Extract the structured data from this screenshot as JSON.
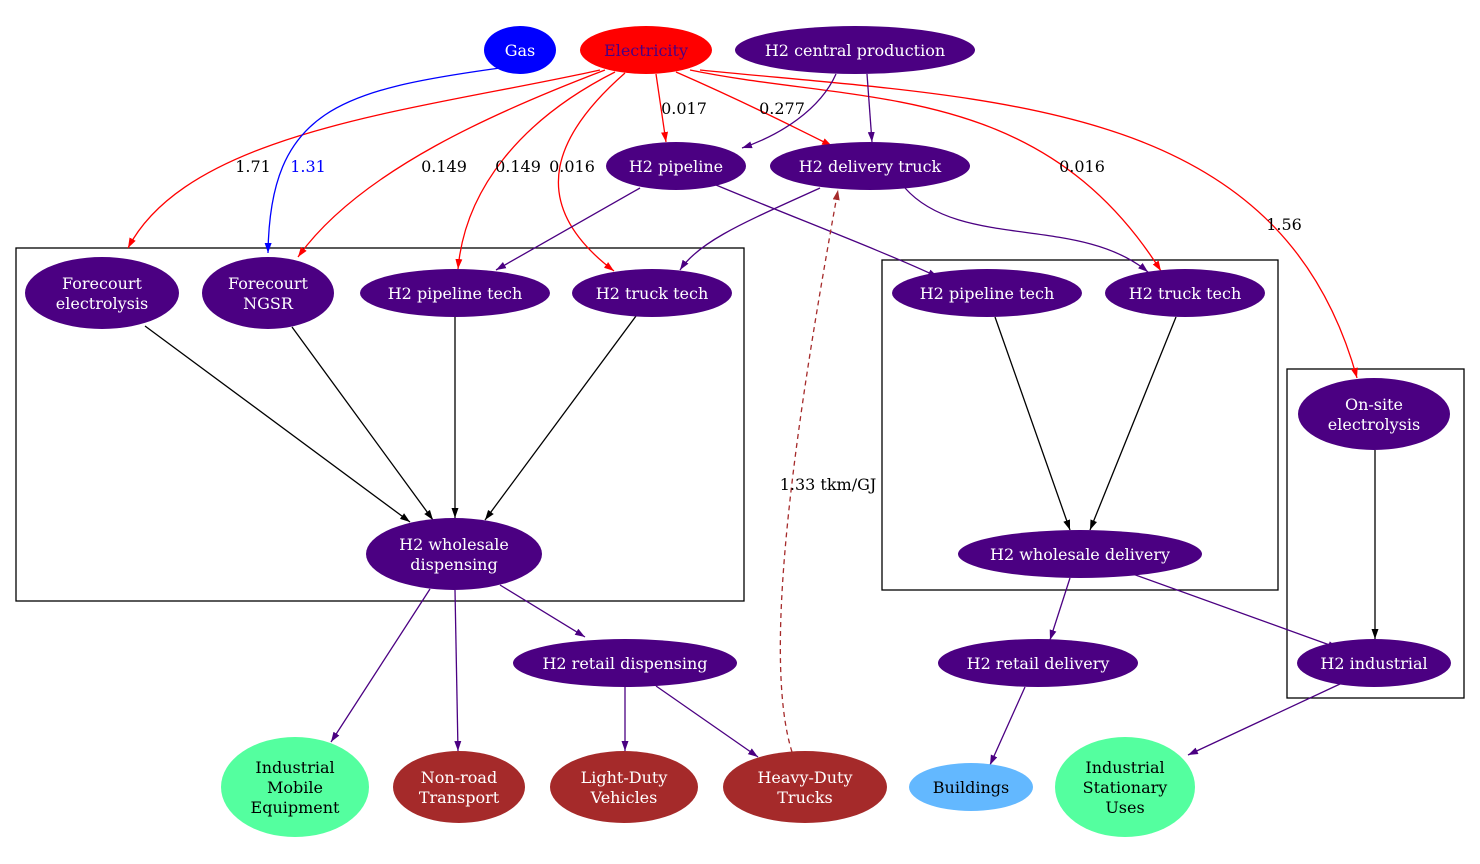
{
  "colors": {
    "gas": "#0000ff",
    "electricity": "#ff0000",
    "h2": "#4b0082",
    "black": "#000000",
    "green": "#54ff9f",
    "brick": "#a52a2a",
    "sky": "#63b8ff",
    "white": "#ffffff",
    "dashed": "#a52a2a"
  },
  "nodes": [
    {
      "id": "gas",
      "lines": [
        "Gas"
      ],
      "fill": "gas",
      "text": "white"
    },
    {
      "id": "electricity",
      "lines": [
        "Electricity"
      ],
      "fill": "electricity",
      "text": "h2"
    },
    {
      "id": "h2-central-production",
      "lines": [
        "H2 central production"
      ],
      "fill": "h2",
      "text": "white"
    },
    {
      "id": "h2-pipeline",
      "lines": [
        "H2 pipeline"
      ],
      "fill": "h2",
      "text": "white"
    },
    {
      "id": "h2-delivery-truck",
      "lines": [
        "H2 delivery truck"
      ],
      "fill": "h2",
      "text": "white"
    },
    {
      "id": "forecourt-electrolysis",
      "lines": [
        "Forecourt",
        "electrolysis"
      ],
      "fill": "h2",
      "text": "white"
    },
    {
      "id": "forecourt-ngsr",
      "lines": [
        "Forecourt",
        "NGSR"
      ],
      "fill": "h2",
      "text": "white"
    },
    {
      "id": "h2-pipeline-tech-1",
      "lines": [
        "H2 pipeline tech"
      ],
      "fill": "h2",
      "text": "white"
    },
    {
      "id": "h2-truck-tech-1",
      "lines": [
        "H2 truck tech"
      ],
      "fill": "h2",
      "text": "white"
    },
    {
      "id": "h2-wholesale-dispensing",
      "lines": [
        "H2 wholesale",
        "dispensing"
      ],
      "fill": "h2",
      "text": "white"
    },
    {
      "id": "h2-pipeline-tech-2",
      "lines": [
        "H2 pipeline tech"
      ],
      "fill": "h2",
      "text": "white"
    },
    {
      "id": "h2-truck-tech-2",
      "lines": [
        "H2 truck tech"
      ],
      "fill": "h2",
      "text": "white"
    },
    {
      "id": "h2-wholesale-delivery",
      "lines": [
        "H2 wholesale delivery"
      ],
      "fill": "h2",
      "text": "white"
    },
    {
      "id": "on-site-electrolysis",
      "lines": [
        "On-site",
        "electrolysis"
      ],
      "fill": "h2",
      "text": "white"
    },
    {
      "id": "h2-industrial",
      "lines": [
        "H2 industrial"
      ],
      "fill": "h2",
      "text": "white"
    },
    {
      "id": "h2-retail-dispensing",
      "lines": [
        "H2 retail dispensing"
      ],
      "fill": "h2",
      "text": "white"
    },
    {
      "id": "h2-retail-delivery",
      "lines": [
        "H2 retail delivery"
      ],
      "fill": "h2",
      "text": "white"
    },
    {
      "id": "industrial-mobile-equipment",
      "lines": [
        "Industrial",
        "Mobile",
        "Equipment"
      ],
      "fill": "green",
      "text": "black"
    },
    {
      "id": "non-road-transport",
      "lines": [
        "Non-road",
        "Transport"
      ],
      "fill": "brick",
      "text": "white"
    },
    {
      "id": "light-duty-vehicles",
      "lines": [
        "Light-Duty",
        "Vehicles"
      ],
      "fill": "brick",
      "text": "white"
    },
    {
      "id": "heavy-duty-trucks",
      "lines": [
        "Heavy-Duty",
        "Trucks"
      ],
      "fill": "brick",
      "text": "white"
    },
    {
      "id": "buildings",
      "lines": [
        "Buildings"
      ],
      "fill": "sky",
      "text": "black"
    },
    {
      "id": "industrial-stationary-uses",
      "lines": [
        "Industrial",
        "Stationary",
        "Uses"
      ],
      "fill": "green",
      "text": "black"
    }
  ],
  "edges": [
    {
      "from": "electricity",
      "to": "forecourt-electrolysis",
      "color": "electricity",
      "label": "1.71"
    },
    {
      "from": "gas",
      "to": "forecourt-ngsr",
      "color": "gas",
      "label": "1.31",
      "label_color": "gas"
    },
    {
      "from": "electricity",
      "to": "forecourt-ngsr",
      "color": "electricity",
      "label": "0.149"
    },
    {
      "from": "electricity",
      "to": "h2-pipeline-tech-1",
      "color": "electricity",
      "label": "0.149"
    },
    {
      "from": "electricity",
      "to": "h2-truck-tech-1",
      "color": "electricity",
      "label": "0.016"
    },
    {
      "from": "electricity",
      "to": "h2-pipeline",
      "color": "electricity",
      "label": "0.017"
    },
    {
      "from": "electricity",
      "to": "h2-delivery-truck",
      "color": "electricity",
      "label": "0.277"
    },
    {
      "from": "electricity",
      "to": "h2-truck-tech-2",
      "color": "electricity",
      "label": "0.016"
    },
    {
      "from": "electricity",
      "to": "on-site-electrolysis",
      "color": "electricity",
      "label": "1.56"
    },
    {
      "from": "h2-central-production",
      "to": "h2-pipeline",
      "color": "h2",
      "label": ""
    },
    {
      "from": "h2-central-production",
      "to": "h2-delivery-truck",
      "color": "h2",
      "label": ""
    },
    {
      "from": "h2-pipeline",
      "to": "h2-pipeline-tech-1",
      "color": "h2",
      "label": ""
    },
    {
      "from": "h2-pipeline",
      "to": "h2-pipeline-tech-2",
      "color": "h2",
      "label": ""
    },
    {
      "from": "h2-delivery-truck",
      "to": "h2-truck-tech-1",
      "color": "h2",
      "label": ""
    },
    {
      "from": "h2-delivery-truck",
      "to": "h2-truck-tech-2",
      "color": "h2",
      "label": ""
    },
    {
      "from": "forecourt-electrolysis",
      "to": "h2-wholesale-dispensing",
      "color": "black",
      "label": ""
    },
    {
      "from": "forecourt-ngsr",
      "to": "h2-wholesale-dispensing",
      "color": "black",
      "label": ""
    },
    {
      "from": "h2-pipeline-tech-1",
      "to": "h2-wholesale-dispensing",
      "color": "black",
      "label": ""
    },
    {
      "from": "h2-truck-tech-1",
      "to": "h2-wholesale-dispensing",
      "color": "black",
      "label": ""
    },
    {
      "from": "h2-pipeline-tech-2",
      "to": "h2-wholesale-delivery",
      "color": "black",
      "label": ""
    },
    {
      "from": "h2-truck-tech-2",
      "to": "h2-wholesale-delivery",
      "color": "black",
      "label": ""
    },
    {
      "from": "on-site-electrolysis",
      "to": "h2-industrial",
      "color": "black",
      "label": ""
    },
    {
      "from": "h2-wholesale-dispensing",
      "to": "industrial-mobile-equipment",
      "color": "h2",
      "label": ""
    },
    {
      "from": "h2-wholesale-dispensing",
      "to": "non-road-transport",
      "color": "h2",
      "label": ""
    },
    {
      "from": "h2-wholesale-dispensing",
      "to": "h2-retail-dispensing",
      "color": "h2",
      "label": ""
    },
    {
      "from": "h2-retail-dispensing",
      "to": "light-duty-vehicles",
      "color": "h2",
      "label": ""
    },
    {
      "from": "h2-retail-dispensing",
      "to": "heavy-duty-trucks",
      "color": "h2",
      "label": ""
    },
    {
      "from": "h2-wholesale-delivery",
      "to": "h2-retail-delivery",
      "color": "h2",
      "label": ""
    },
    {
      "from": "h2-wholesale-delivery",
      "to": "h2-industrial",
      "color": "h2",
      "label": ""
    },
    {
      "from": "h2-retail-delivery",
      "to": "buildings",
      "color": "h2",
      "label": ""
    },
    {
      "from": "h2-industrial",
      "to": "industrial-stationary-uses",
      "color": "h2",
      "label": ""
    },
    {
      "from": "heavy-duty-trucks",
      "to": "h2-delivery-truck",
      "color": "dashed",
      "label": "1.33 tkm/GJ",
      "style": "dashed"
    }
  ],
  "clusters": [
    {
      "id": "forecourt-cluster"
    },
    {
      "id": "wholesale-delivery-cluster"
    },
    {
      "id": "onsite-cluster"
    }
  ]
}
